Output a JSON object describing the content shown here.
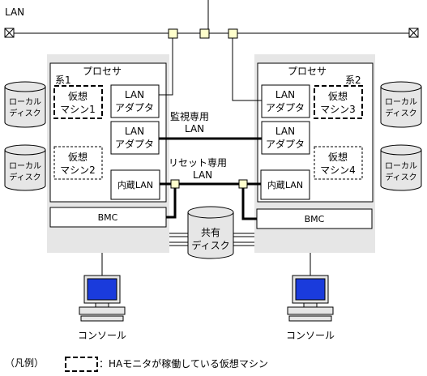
{
  "lan_label": "LAN",
  "systems": [
    {
      "system_label": "系1",
      "processor_label": "プロセサ",
      "adapter_label_line1": "LAN",
      "adapter_label_line2": "アダプタ",
      "builtin_lan_label": "内蔵LAN",
      "bmc_label": "BMC",
      "vm_a": [
        "仮想",
        "マシン1"
      ],
      "vm_b": [
        "仮想",
        "マシン2"
      ],
      "local_disk_top": [
        "ローカル",
        "ディスク"
      ],
      "local_disk_bottom": [
        "ローカル",
        "ディスク"
      ],
      "console_label": "コンソール"
    },
    {
      "system_label": "系2",
      "processor_label": "プロセサ",
      "adapter_label_line1": "LAN",
      "adapter_label_line2": "アダプタ",
      "builtin_lan_label": "内蔵LAN",
      "bmc_label": "BMC",
      "vm_a": [
        "仮想",
        "マシン3"
      ],
      "vm_b": [
        "仮想",
        "マシン4"
      ],
      "local_disk_top": [
        "ローカル",
        "ディスク"
      ],
      "local_disk_bottom": [
        "ローカル",
        "ディスク"
      ],
      "console_label": "コンソール"
    }
  ],
  "monitor_lan_label": [
    "監視専用",
    "LAN"
  ],
  "reset_lan_label": [
    "リセット専用",
    "LAN"
  ],
  "shared_disk_label": [
    "共有",
    "ディスク"
  ],
  "legend": {
    "prefix": "（凡例）",
    "text": "：HAモニタが稼働している仮想マシン"
  }
}
